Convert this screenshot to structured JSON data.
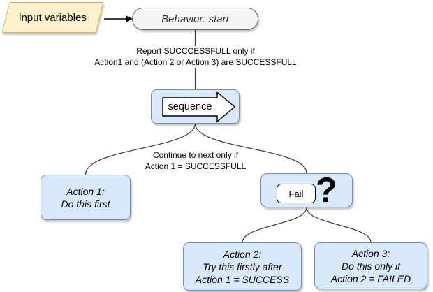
{
  "diagram": {
    "input_node": {
      "label": "input variables"
    },
    "behavior_node": {
      "label": "Behavior: start"
    },
    "report_note": {
      "line1": "Report SUCCCESSFULL only if",
      "line2": "Action1 and (Action 2 or Action 3) are SUCCESSFULL"
    },
    "sequence_node": {
      "label": "sequence"
    },
    "continue_note": {
      "line1": "Continue to next only if",
      "line2": "Action 1 = SUCCESSFULL"
    },
    "action1_node": {
      "line1": "Action 1:",
      "line2": "Do this first"
    },
    "fallback_node": {
      "fail_label": "Fail",
      "question_mark": "?"
    },
    "action2_node": {
      "line1": "Action 2:",
      "line2": "Try this firstly after",
      "line3": "Action 1 = SUCCESS"
    },
    "action3_node": {
      "line1": "Action 3:",
      "line2": "Do this only if",
      "line3": "Action 2 = FAILED"
    },
    "colors": {
      "node_fill_blue": "#DAE8FC",
      "node_stroke_blue": "#6C8EBF",
      "input_fill": "#FFF2CC",
      "input_stroke": "#D6B656",
      "behavior_fill": "#F5F5F5",
      "behavior_stroke": "#666666",
      "edge_stroke": "#333333"
    }
  }
}
